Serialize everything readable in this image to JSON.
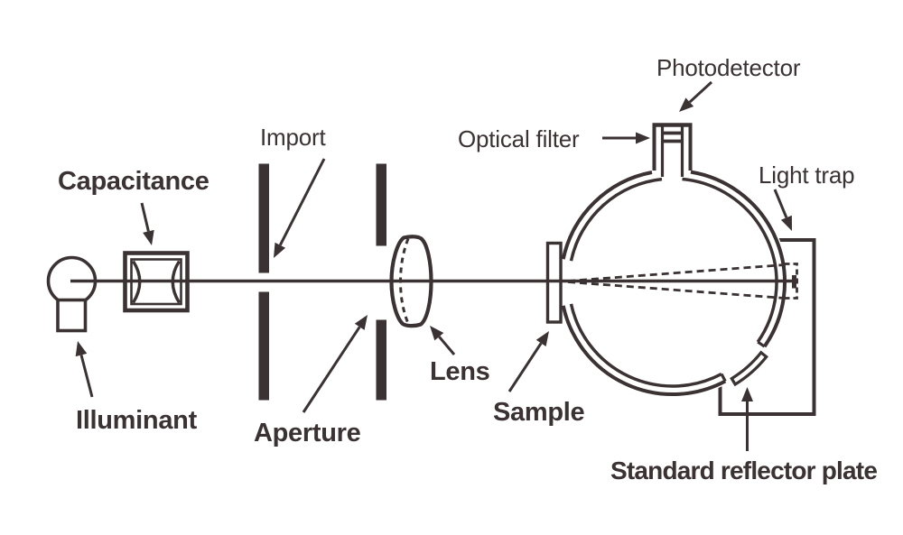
{
  "labels": {
    "illuminant": "Illuminant",
    "capacitance": "Capacitance",
    "import": "Import",
    "aperture": "Aperture",
    "lens": "Lens",
    "sample": "Sample",
    "optical_filter": "Optical filter",
    "photodetector": "Photodetector",
    "light_trap": "Light trap",
    "standard_reflector_plate": "Standard reflector plate"
  },
  "colors": {
    "ink": "#3a3233",
    "background": "#ffffff"
  }
}
